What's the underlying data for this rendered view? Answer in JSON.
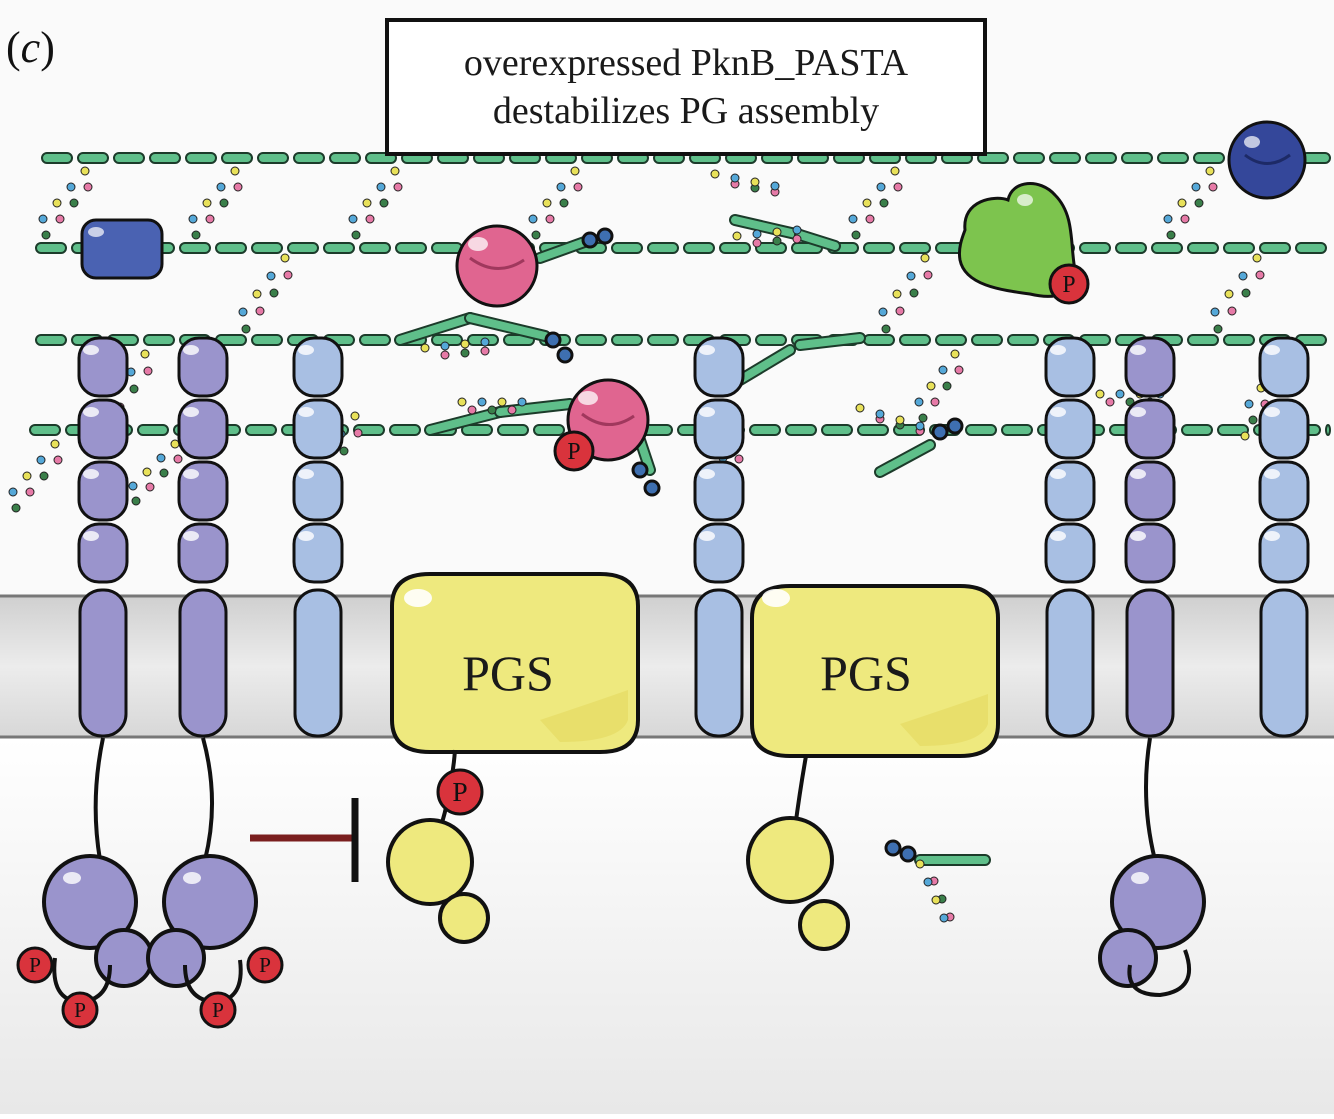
{
  "panel": {
    "label_open": "(",
    "label_letter": "c",
    "label_close": ")"
  },
  "title": {
    "line1": "overexpressed PknB_PASTA",
    "line2": "destabilizes PG assembly"
  },
  "labels": {
    "pgs": "PGS",
    "phospho": "P"
  },
  "colors": {
    "background": "#ffffff",
    "membrane": "#dedede",
    "pg_strand": "#5fbf8a",
    "pastakinase_stalk": "#9a94cc",
    "pasta_domain": "#a8bfe3",
    "pgs": "#eee97e",
    "phospho": "#d9333c",
    "pbp_pink": "#e06590",
    "green_enzyme": "#7dc44e",
    "blue_enzyme": "#3e55a8",
    "inhibition": "#7a1f1f"
  },
  "icons": [
    "pg-glycan-strand",
    "peptide-stem",
    "pasta-domain",
    "kinase-domain",
    "pgs-complex",
    "phosphate-group",
    "inhibition-bar"
  ]
}
